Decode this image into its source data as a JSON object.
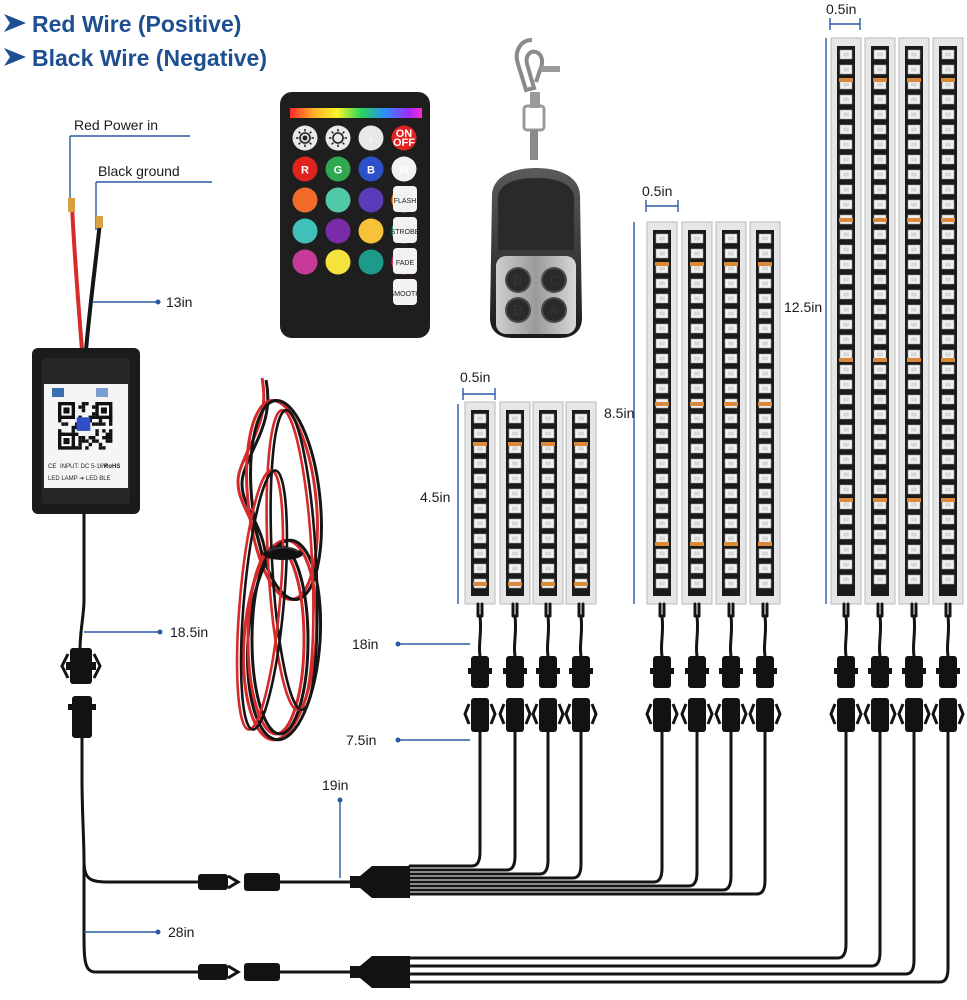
{
  "legend": {
    "positive": "Red Wire (Positive)",
    "negative": "Black Wire (Negative)",
    "arrow_color": "#1d4f91"
  },
  "power": {
    "red_label": "Red Power in",
    "black_label": "Black ground",
    "lead_length": "13in"
  },
  "controller": {
    "ce": "CE",
    "input": "INPUT: DC 5-16V",
    "rohs": "RoHS",
    "output": "LED LAMP ➔ LED BLE"
  },
  "remote": {
    "buttons": [
      {
        "label": "",
        "color": "#e8e8e8",
        "icon": "brightness-up-icon"
      },
      {
        "label": "",
        "color": "#e8e8e8",
        "icon": "brightness-down-icon"
      },
      {
        "label": "♪",
        "color": "#e8e8e8",
        "icon": "music-icon"
      },
      {
        "label": "ON OFF",
        "color": "#e0231f",
        "icon": "power-icon"
      },
      {
        "label": "R",
        "color": "#e0231f",
        "icon": ""
      },
      {
        "label": "G",
        "color": "#2fa84f",
        "icon": ""
      },
      {
        "label": "B",
        "color": "#2d50c8",
        "icon": ""
      },
      {
        "label": "W",
        "color": "#f2f2f2",
        "icon": ""
      },
      {
        "label": "",
        "color": "#f26a2a",
        "icon": ""
      },
      {
        "label": "",
        "color": "#4fc9a8",
        "icon": ""
      },
      {
        "label": "",
        "color": "#5a3cb8",
        "icon": ""
      },
      {
        "label": "",
        "color": "#f28a2a",
        "icon": ""
      },
      {
        "label": "",
        "color": "#3fc0b8",
        "icon": ""
      },
      {
        "label": "",
        "color": "#7a2ca8",
        "icon": ""
      },
      {
        "label": "",
        "color": "#f5c23a",
        "icon": ""
      },
      {
        "label": "",
        "color": "#2aa8a0",
        "icon": ""
      },
      {
        "label": "",
        "color": "#c83a9a",
        "icon": ""
      },
      {
        "label": "",
        "color": "#f5e23a",
        "icon": ""
      },
      {
        "label": "",
        "color": "#1e9a8a",
        "icon": ""
      },
      {
        "label": "",
        "color": "#d8306a",
        "icon": ""
      }
    ],
    "modes": [
      "FLASH",
      "STROBE",
      "FADE",
      "SMOOTH"
    ]
  },
  "keyfob": {
    "buttons": [
      "D",
      "C",
      "B",
      "A"
    ]
  },
  "strips": {
    "short_width": "0.5in",
    "short_length": "4.5in",
    "medium_width": "0.5in",
    "medium_length": "8.5in",
    "long_width": "0.5in",
    "long_length": "12.5in"
  },
  "cables": {
    "strip_lead": "18in",
    "extension": "7.5in",
    "splitter_lead": "19in",
    "controller_lead": "18.5in",
    "branch_lead": "28in"
  }
}
